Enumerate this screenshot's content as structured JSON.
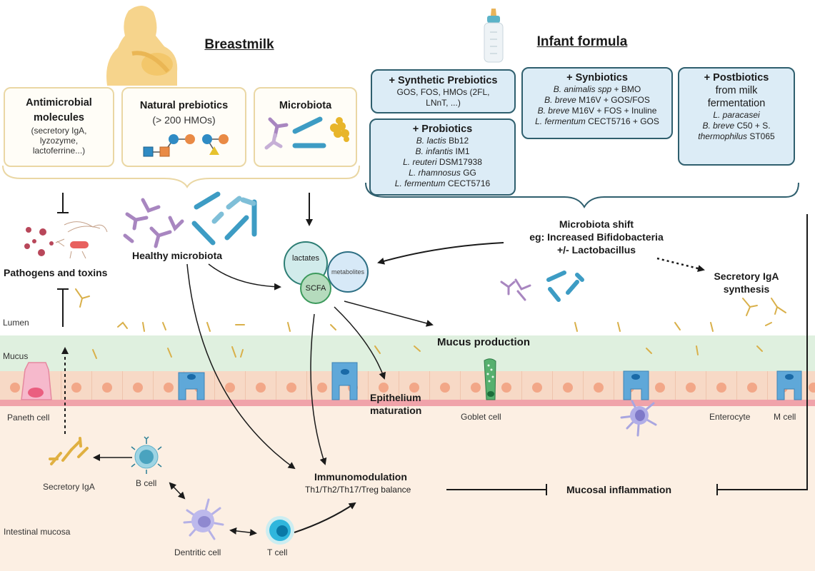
{
  "breastmilk": {
    "title": "Breastmilk",
    "boxes": [
      {
        "heading": "Antimicrobial molecules",
        "heading_line1": "Antimicrobial",
        "heading_line2": "molecules",
        "sub_lines": [
          "(secretory IgA,",
          "lyzozyme,",
          "lactoferrine...)"
        ]
      },
      {
        "heading": "Natural prebiotics",
        "sub_lines": [
          "(> 200 HMOs)"
        ]
      },
      {
        "heading": "Microbiota",
        "sub_lines": []
      }
    ]
  },
  "infant_formula": {
    "title": "Infant formula",
    "boxes": {
      "synthetic_prebiotics": {
        "heading": "+ Synthetic Prebiotics",
        "lines": [
          "GOS, FOS, HMOs (2FL,",
          "LNnT, ...)"
        ]
      },
      "probiotics": {
        "heading": "+ Probiotics",
        "lines": [
          {
            "species": "B. lactis",
            "strain": "Bb12"
          },
          {
            "species": "B. infantis",
            "strain": "IM1"
          },
          {
            "species": "L. reuteri",
            "strain": "DSM17938"
          },
          {
            "species": "L. rhamnosus",
            "strain": "GG"
          },
          {
            "species": "L. fermentum",
            "strain": "CECT5716"
          }
        ]
      },
      "synbiotics": {
        "heading": "+ Synbiotics",
        "lines": [
          {
            "species": "B. animalis spp",
            "strain": "+ BMO"
          },
          {
            "species": "B. breve",
            "strain": "M16V + GOS/FOS"
          },
          {
            "species": "B. breve",
            "strain": "M16V + FOS + Inuline"
          },
          {
            "species": "L. fermentum",
            "strain": "CECT5716 +  GOS"
          }
        ]
      },
      "postbiotics": {
        "heading_lines": [
          "+ Postbiotics",
          "from milk",
          "fermentation"
        ],
        "lines": [
          {
            "species": "L. paracasei",
            "strain": ""
          },
          {
            "species": "B. breve",
            "strain": "C50 + S."
          },
          {
            "species": "thermophilus",
            "strain": "ST065"
          }
        ]
      }
    }
  },
  "labels": {
    "pathogens": "Pathogens and toxins",
    "healthy_microbiota": "Healthy microbiota",
    "lactates": "lactates",
    "metabolites": "metabolites",
    "scfa": "SCFA",
    "microbiota_shift": [
      "Microbiota shift",
      "eg: Increased Bifidobacteria",
      "+/- Lactobacillus"
    ],
    "secretory_iga_synthesis": [
      "Secretory IgA",
      "synthesis"
    ],
    "lumen": "Lumen",
    "mucus": "Mucus",
    "mucus_production": "Mucus production",
    "paneth_cell": "Paneth cell",
    "epithelium_maturation": [
      "Epithelium",
      "maturation"
    ],
    "goblet_cell": "Goblet cell",
    "enterocyte": "Enterocyte",
    "m_cell": "M cell",
    "secretory_iga": "Secretory IgA",
    "b_cell": "B cell",
    "dendritic_cell": "Dentritic cell",
    "t_cell": "T cell",
    "intestinal_mucosa": "Intestinal mucosa",
    "immunomodulation": "Immunomodulation",
    "th_balance": "Th1/Th2/Th17/Treg balance",
    "mucosal_inflammation": "Mucosal inflammation"
  },
  "colors": {
    "breastmilk_accent": "#f3c76b",
    "formula_box_fill": "#dcecf6",
    "formula_box_border": "#2f5f6e",
    "mucus": "#dff0df",
    "epithelium": "#f7d9c6",
    "mucosa": "#fcefe3",
    "bifido": "#a886c0",
    "lacto": "#3d9cc4",
    "iga": "#e0b041"
  }
}
